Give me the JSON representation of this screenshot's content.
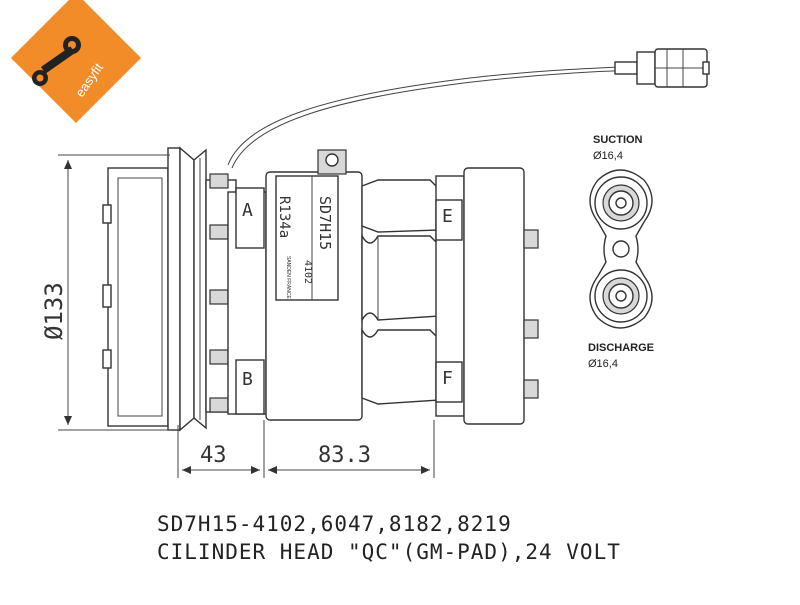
{
  "logo": {
    "text": "easyfit",
    "color": "#f28c28"
  },
  "dimensions": {
    "diameter": "Ø133",
    "clutch_width": "43",
    "body_length": "83.3"
  },
  "compressor": {
    "model_label": "SD7H15",
    "part_label": "4102",
    "refrigerant_label": "R134a",
    "small_label": "SANDEN FRANCE",
    "port_a": "A",
    "port_b": "B",
    "port_e": "E",
    "port_f": "F"
  },
  "ports": {
    "suction_label": "SUCTION",
    "suction_size": "Ø16,4",
    "discharge_label": "DISCHARGE",
    "discharge_size": "Ø16,4"
  },
  "caption": {
    "line1": "SD7H15-4102,6047,8182,8219",
    "line2": "CILINDER HEAD \"QC\"(GM-PAD),24 VOLT"
  }
}
